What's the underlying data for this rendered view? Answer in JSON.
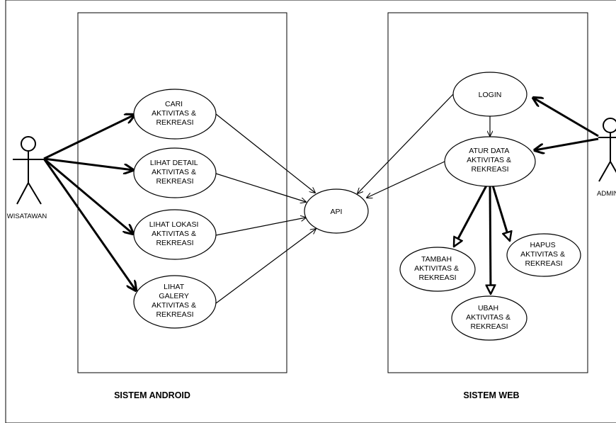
{
  "systems": {
    "android": {
      "label": "SISTEM ANDROID"
    },
    "web": {
      "label": "SISTEM WEB"
    }
  },
  "actors": {
    "wisatawan": {
      "label": "WISATAWAN"
    },
    "admin": {
      "label": "ADMIN"
    }
  },
  "use_cases": {
    "cari": [
      "CARI",
      "AKTIVITAS &",
      "REKREASI"
    ],
    "detail": [
      "LIHAT DETAIL",
      "AKTIVITAS &",
      "REKREASI"
    ],
    "lokasi": [
      "LIHAT LOKASI",
      "AKTIVITAS &",
      "REKREASI"
    ],
    "galery": [
      "LIHAT",
      "GALERY",
      "AKTIVITAS &",
      "REKREASI"
    ],
    "api": [
      "API"
    ],
    "login": [
      "LOGIN"
    ],
    "atur": [
      "ATUR DATA",
      "AKTIVITAS &",
      "REKREASI"
    ],
    "tambah": [
      "TAMBAH",
      "AKTIVITAS &",
      "REKREASI"
    ],
    "hapus": [
      "HAPUS",
      "AKTIVITAS &",
      "REKREASI"
    ],
    "ubah": [
      "UBAH",
      "AKTIVITAS &",
      "REKREASI"
    ]
  }
}
